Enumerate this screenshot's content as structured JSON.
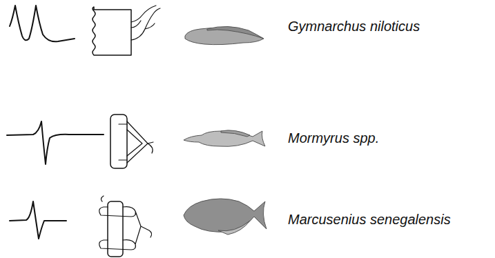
{
  "diagram": {
    "labels": [
      "Gymnarchus niloticus",
      "Mormyrus spp.",
      "Marcusenius senegalensis"
    ]
  }
}
